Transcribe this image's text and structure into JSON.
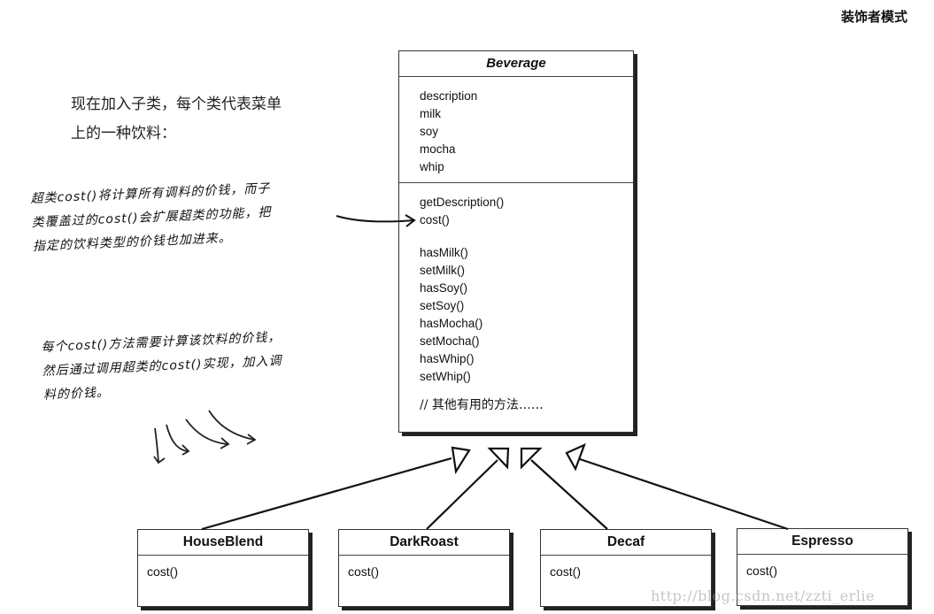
{
  "header": {
    "title": "装饰者模式"
  },
  "intro_text": [
    "现在加入子类，每个类代表菜单",
    "上的一种饮料："
  ],
  "annotations": {
    "superclass_cost_note": [
      "超类cost()将计算所有调料的价钱，而子",
      "类覆盖过的cost()会扩展超类的功能，把",
      "指定的饮料类型的价钱也加进来。"
    ],
    "subclass_cost_note": [
      "每个cost()方法需要计算该饮料的价钱，",
      "然后通过调用超类的cost()实现，加入调",
      "料的价钱。"
    ]
  },
  "superclass": {
    "name": "Beverage",
    "attributes": [
      "description",
      "milk",
      "soy",
      "mocha",
      "whip"
    ],
    "methods_group1": [
      "getDescription()",
      "cost()"
    ],
    "methods_group2": [
      "hasMilk()",
      "setMilk()",
      "hasSoy()",
      "setSoy()",
      "hasMocha()",
      "setMocha()",
      "hasWhip()",
      "setWhip()"
    ],
    "comment": "// 其他有用的方法……"
  },
  "subclasses": [
    {
      "name": "HouseBlend",
      "method": "cost()"
    },
    {
      "name": "DarkRoast",
      "method": "cost()"
    },
    {
      "name": "Decaf",
      "method": "cost()"
    },
    {
      "name": "Espresso",
      "method": "cost()"
    }
  ],
  "relationship": "inheritance",
  "watermark": "http://blog.csdn.net/zzti_erlie"
}
